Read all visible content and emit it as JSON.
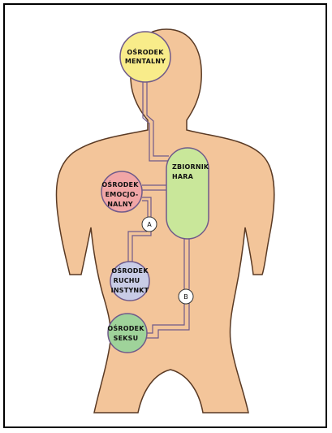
{
  "diagram": {
    "centers": {
      "mental": {
        "line1": "OŚRODEK",
        "line2": "MENTALNY",
        "color": "#f8ec8a"
      },
      "emotional": {
        "line1": "OŚRODEK",
        "line2": "EMOCJO-",
        "line3": "NALNY",
        "color": "#f1a6a6"
      },
      "movement": {
        "line1": "OŚRODEK",
        "line2": "RUCHU",
        "line3": "INSTYNKT",
        "color": "#c8cce6"
      },
      "sex": {
        "line1": "OŚRODEK",
        "line2": "SEKSU",
        "color": "#9fd39a"
      }
    },
    "reservoir": {
      "line1": "ZBIORNIK",
      "line2": "HARA",
      "color": "#c9e79a"
    },
    "markers": {
      "a": "A",
      "b": "B"
    },
    "colors": {
      "body_fill": "#f3c59a",
      "body_outline": "#5a3a24",
      "channel": "#6f5a8a"
    }
  }
}
